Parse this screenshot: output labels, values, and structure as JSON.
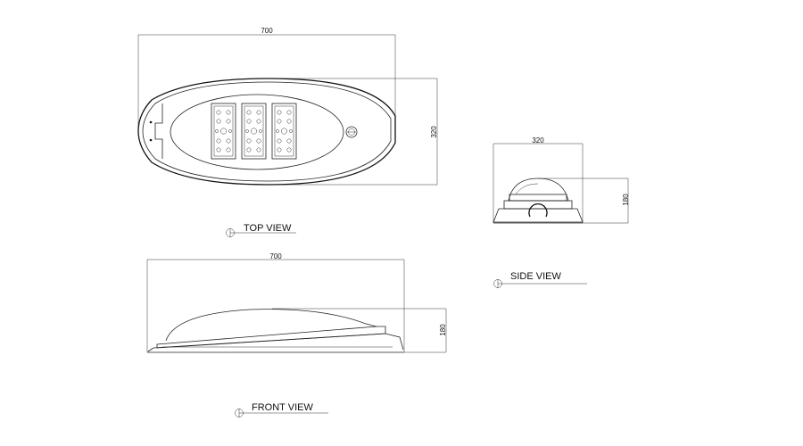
{
  "top_view": {
    "title": "TOP VIEW",
    "dim_width": "700",
    "dim_height": "320"
  },
  "side_view": {
    "title": "SIDE VIEW",
    "dim_width": "320",
    "dim_height": "180"
  },
  "front_view": {
    "title": "FRONT VIEW",
    "dim_width": "700",
    "dim_height": "180"
  },
  "led_modules_count": 3
}
